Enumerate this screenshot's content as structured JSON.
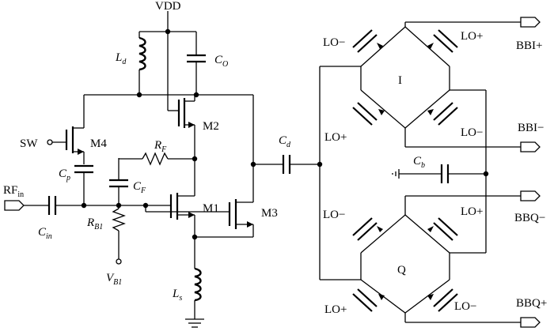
{
  "labels": {
    "vdd": "VDD",
    "ld": "L",
    "ld_sub": "d",
    "co": "C",
    "co_sub": "O",
    "m2": "M2",
    "m4": "M4",
    "sw": "SW",
    "rf": "R",
    "rf_sub": "F",
    "cp": "C",
    "cp_sub": "p",
    "cf": "C",
    "cf_sub": "F",
    "m1": "M1",
    "m3": "M3",
    "rfin": "RF",
    "rfin_sub": "in",
    "cin": "C",
    "cin_sub": "in",
    "rb1": "R",
    "rb1_sub": "B1",
    "vb1": "V",
    "vb1_sub": "B1",
    "ls": "L",
    "ls_sub": "s",
    "cd": "C",
    "cd_sub": "d",
    "cb": "C",
    "cb_sub": "b",
    "mixer_i": "I",
    "mixer_q": "Q",
    "lo_plus": "LO+",
    "lo_minus": "LO−",
    "bbi_plus": "BBI+",
    "bbi_minus": "BBI−",
    "bbq_minus": "BBQ−",
    "bbq_plus": "BBQ+"
  }
}
